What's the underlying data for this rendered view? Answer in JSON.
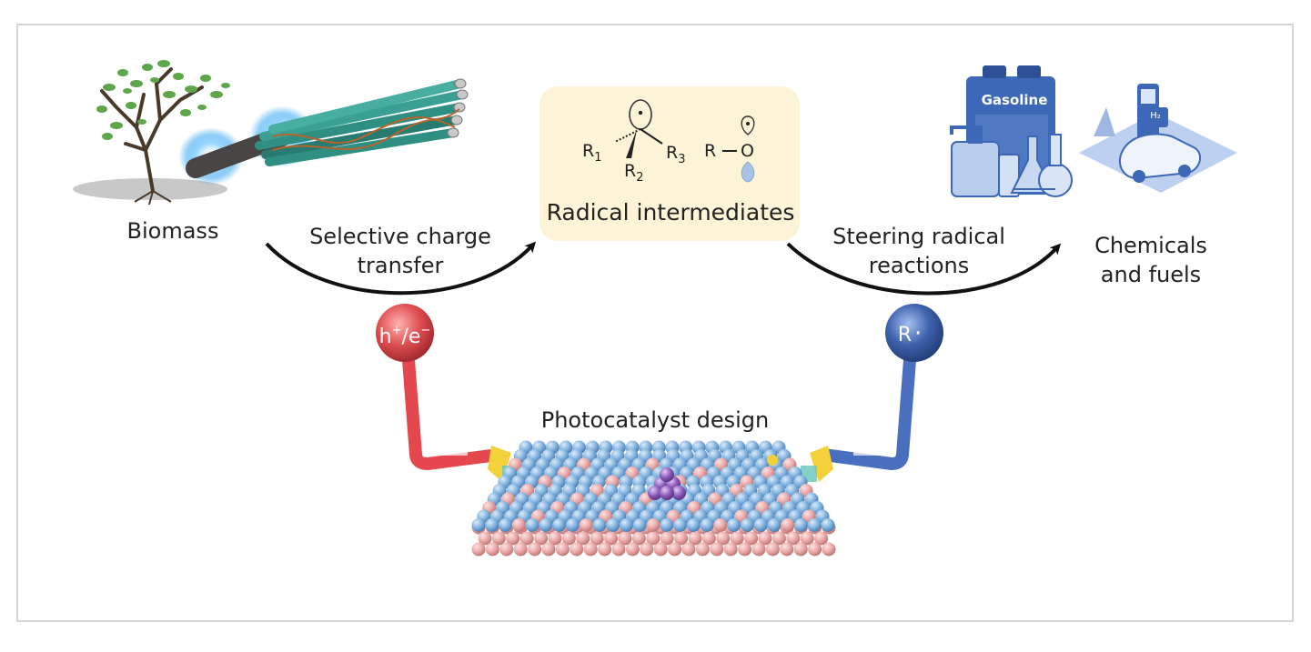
{
  "labels": {
    "biomass": "Biomass",
    "selective_line1": "Selective charge",
    "selective_line2": "transfer",
    "radical_intermediates": "Radical intermediates",
    "steering_line1": "Steering radical",
    "steering_line2": "reactions",
    "chemicals_line1": "Chemicals",
    "chemicals_line2": "and fuels",
    "photocatalyst": "Photocatalyst design",
    "gasoline": "Gasoline",
    "hydrogen_sign": "H₂"
  },
  "chemistry": {
    "r1": "R",
    "r1_sub": "1",
    "r2": "R",
    "r2_sub": "2",
    "r3": "R",
    "r3_sub": "3",
    "alkoxy": "R",
    "oxygen": "O"
  },
  "badges": {
    "charge_base": "h",
    "charge_plus": "+",
    "charge_sep": "/e",
    "charge_minus": "−",
    "radical": "R",
    "radical_dot": "·"
  },
  "colors": {
    "frame_border": "#d6d6d6",
    "radical_panel": "#fdf4d8",
    "red_sphere": "#d9474b",
    "blue_sphere": "#3a5ea8",
    "catalyst_blue": "#7fb1de",
    "catalyst_pink": "#e9a6a6",
    "catalyst_purple": "#8a58b8",
    "fuel_blue": "#3d67b7",
    "arrow": "#111111"
  },
  "icons": {
    "tree": "tree-icon",
    "fiber_bundle": "fiber-bundle-icon",
    "gas_can": "gas-can-icon",
    "flasks": "flask-icon",
    "car_station": "car-charging-station-icon",
    "catalyst": "catalyst-lattice-icon"
  }
}
